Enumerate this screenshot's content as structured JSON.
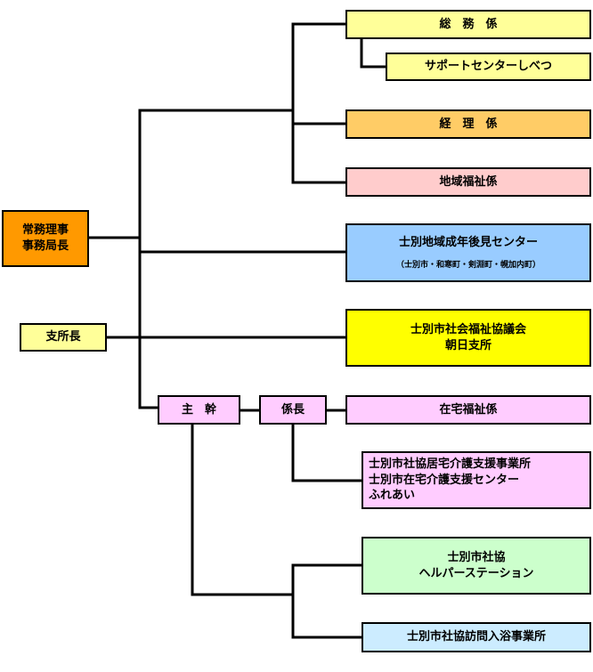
{
  "colors": {
    "light_yellow": "#ffff99",
    "orange_light": "#ffcc66",
    "pink": "#ffcccc",
    "orange": "#ff9900",
    "blue": "#99ccff",
    "yellow": "#ffff00",
    "magenta_light": "#ffccff",
    "green_light": "#ccffcc",
    "cyan_light": "#ccecff",
    "line": "#000000"
  },
  "boxes": {
    "executive": {
      "line1": "常務理事",
      "line2": "事務局長"
    },
    "branch_manager": {
      "label": "支所長"
    },
    "general_affairs": {
      "label": "総　務　係"
    },
    "support_center": {
      "label": "サポートセンターしべつ"
    },
    "accounting": {
      "label": "経　理　係"
    },
    "community_welfare": {
      "label": "地域福祉係"
    },
    "guardianship_center": {
      "label": "士別地域成年後見センター",
      "sub": "（士別市・和寒町・剣淵町・幌加内町）"
    },
    "asahi_branch": {
      "line1": "士別市社会福祉協議会",
      "line2": "朝日支所"
    },
    "chief": {
      "label": "主　幹"
    },
    "section_chief": {
      "label": "係長"
    },
    "home_welfare": {
      "label": "在宅福祉係"
    },
    "care_support_office": {
      "line1": "士別市社協居宅介護支援事業所",
      "line2": "士別市在宅介護支援センター",
      "line3": "ふれあい"
    },
    "helper_station": {
      "line1": "士別市社協",
      "line2": "ヘルパーステーション"
    },
    "bathing_service": {
      "label": "士別市社協訪問入浴事業所"
    }
  }
}
